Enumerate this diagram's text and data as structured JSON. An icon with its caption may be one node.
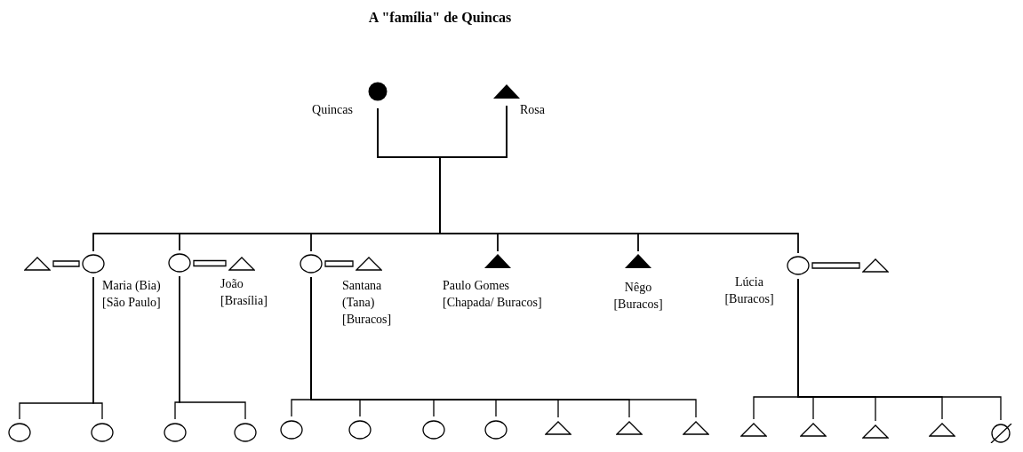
{
  "diagram": {
    "title": "A \"família\" de Quincas",
    "nodes": [
      {
        "text": [],
        "shape": "filled-circle",
        "beside": [
          "Quincas"
        ]
      },
      {
        "text": [],
        "shape": "filled-triangle",
        "beside": [
          "Rosa"
        ]
      },
      {
        "text": [],
        "shape": "triangle"
      },
      {
        "text": [],
        "shape": "circle",
        "beside": [
          "Maria (Bia)",
          "[São Paulo]"
        ]
      },
      {
        "text": [],
        "shape": "circle"
      },
      {
        "text": [],
        "shape": "triangle",
        "beside": [
          "João",
          "[Brasília]"
        ]
      },
      {
        "text": [],
        "shape": "circle"
      },
      {
        "text": [],
        "shape": "triangle",
        "beside": [
          "Santana (Tana)",
          "[Buracos]"
        ]
      },
      {
        "text": [],
        "shape": "filled-triangle",
        "beside": [
          "Paulo Gomes",
          "[Chapada/ Buracos]"
        ]
      },
      {
        "text": [],
        "shape": "filled-triangle",
        "beside": [
          "Nêgo",
          "[Buracos]"
        ]
      },
      {
        "text": [],
        "shape": "circle",
        "beside": [
          "Lúcia",
          "[Buracos]"
        ]
      },
      {
        "text": [],
        "shape": "triangle"
      },
      {
        "text": [],
        "shape": "circle"
      },
      {
        "text": [],
        "shape": "circle"
      },
      {
        "text": [],
        "shape": "circle"
      },
      {
        "text": [],
        "shape": "circle"
      },
      {
        "text": [],
        "shape": "circle"
      },
      {
        "text": [],
        "shape": "circle"
      },
      {
        "text": [],
        "shape": "circle"
      },
      {
        "text": [],
        "shape": "circle"
      },
      {
        "text": [],
        "shape": "triangle"
      },
      {
        "text": [],
        "shape": "triangle"
      },
      {
        "text": [],
        "shape": "triangle"
      },
      {
        "text": [],
        "shape": "triangle"
      },
      {
        "text": [],
        "shape": "triangle"
      },
      {
        "text": [],
        "shape": "triangle"
      },
      {
        "text": [],
        "shape": "triangle"
      },
      {
        "text": [],
        "shape": "crossed-circle"
      }
    ],
    "edges": [
      {
        "from": 0,
        "to": 3,
        "arrow": "none"
      },
      {
        "from": 0,
        "to": 4,
        "arrow": "none"
      },
      {
        "from": 0,
        "to": 6,
        "arrow": "none"
      },
      {
        "from": 0,
        "to": 8,
        "arrow": "none"
      },
      {
        "from": 0,
        "to": 9,
        "arrow": "none"
      },
      {
        "from": 0,
        "to": 10,
        "arrow": "none"
      },
      {
        "from": 1,
        "to": 3,
        "arrow": "none"
      },
      {
        "from": 1,
        "to": 4,
        "arrow": "none"
      },
      {
        "from": 1,
        "to": 6,
        "arrow": "none"
      },
      {
        "from": 1,
        "to": 8,
        "arrow": "none"
      },
      {
        "from": 1,
        "to": 9,
        "arrow": "none"
      },
      {
        "from": 1,
        "to": 10,
        "arrow": "none"
      },
      {
        "from": 2,
        "to": 3,
        "arrow": "none"
      },
      {
        "from": 4,
        "to": 5,
        "arrow": "none"
      },
      {
        "from": 6,
        "to": 7,
        "arrow": "none"
      },
      {
        "from": 10,
        "to": 11,
        "arrow": "none"
      },
      {
        "from": 3,
        "to": 12,
        "arrow": "none"
      },
      {
        "from": 3,
        "to": 13,
        "arrow": "none"
      },
      {
        "from": 4,
        "to": 14,
        "arrow": "none"
      },
      {
        "from": 4,
        "to": 15,
        "arrow": "none"
      },
      {
        "from": 6,
        "to": 16,
        "arrow": "none"
      },
      {
        "from": 6,
        "to": 17,
        "arrow": "none"
      },
      {
        "from": 6,
        "to": 18,
        "arrow": "none"
      },
      {
        "from": 6,
        "to": 19,
        "arrow": "none"
      },
      {
        "from": 6,
        "to": 20,
        "arrow": "none"
      },
      {
        "from": 6,
        "to": 21,
        "arrow": "none"
      },
      {
        "from": 6,
        "to": 22,
        "arrow": "none"
      },
      {
        "from": 10,
        "to": 23,
        "arrow": "none"
      },
      {
        "from": 10,
        "to": 24,
        "arrow": "none"
      },
      {
        "from": 10,
        "to": 25,
        "arrow": "none"
      },
      {
        "from": 10,
        "to": 26,
        "arrow": "none"
      },
      {
        "from": 10,
        "to": 27,
        "arrow": "none"
      }
    ]
  }
}
